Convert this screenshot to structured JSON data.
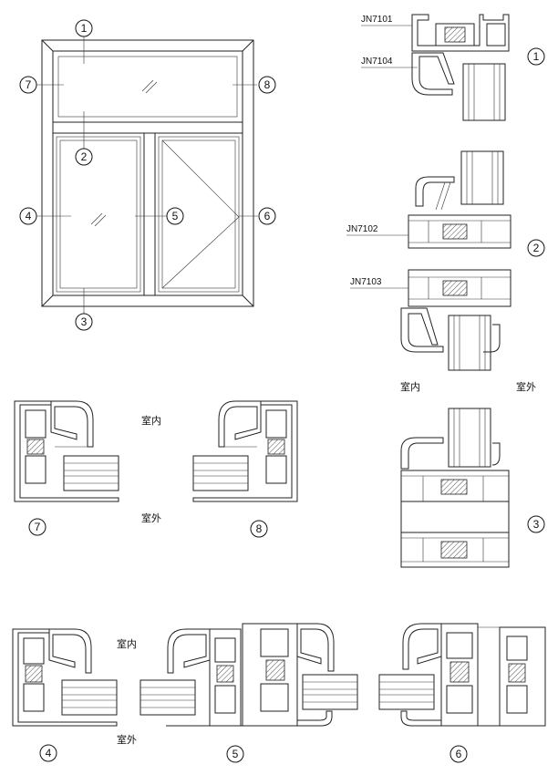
{
  "window_markers": [
    "1",
    "2",
    "3",
    "4",
    "5",
    "6",
    "7",
    "8"
  ],
  "part_codes": [
    "JN7101",
    "JN7104",
    "JN7102",
    "JN7103"
  ],
  "orientation": {
    "inside": "室内",
    "outside": "室外"
  },
  "detail_labels": [
    "1",
    "2",
    "3",
    "4",
    "5",
    "6",
    "7",
    "8"
  ]
}
